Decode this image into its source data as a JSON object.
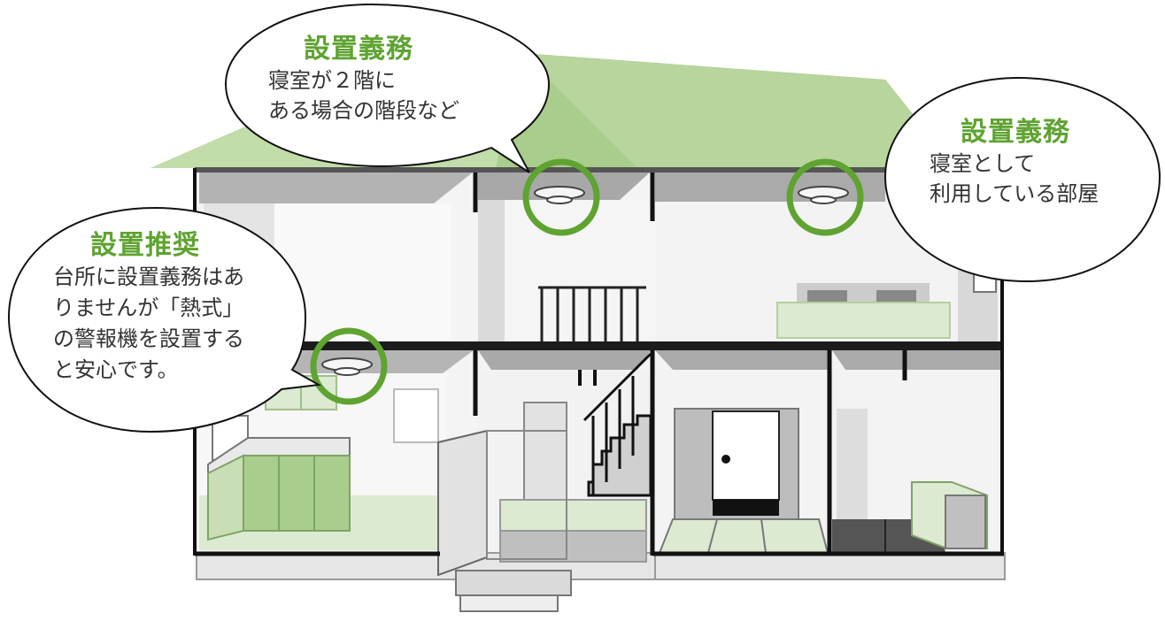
{
  "callouts": {
    "stairs": {
      "heading": "設置義務",
      "lines": [
        "寝室が２階に",
        "ある場合の階段など"
      ]
    },
    "bedroom": {
      "heading": "設置義務",
      "lines": [
        "寝室として",
        "利用している部屋"
      ]
    },
    "kitchen": {
      "heading": "設置推奨",
      "lines": [
        "台所に設置義務はあ",
        "りませんが「熱式」",
        "の警報機を設置する",
        "と安心です。"
      ]
    }
  },
  "colors": {
    "accent": "#5fa331",
    "roof": "#a9cd8c",
    "roof_light": "#c2dcaa",
    "light_green": "#dbead0",
    "wall": "#e8e8e8",
    "ceiling": "#aaaaaa",
    "floor_dark": "#555555",
    "bubble_fill": "#ffffff",
    "outline": "#111111"
  }
}
